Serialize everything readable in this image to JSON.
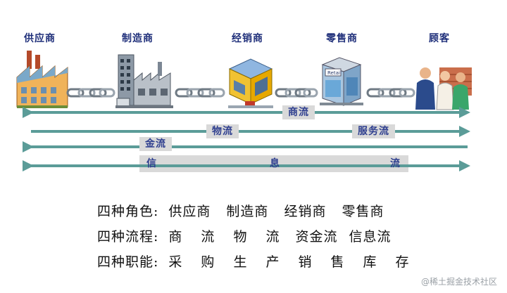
{
  "roles": [
    "供应商",
    "制造商",
    "经销商",
    "零售商",
    "顾客"
  ],
  "flows": {
    "commerce": "商流",
    "logistics": "物流",
    "service": "服务流",
    "capital": "金流",
    "information": [
      "信",
      "息",
      "流"
    ]
  },
  "retail_sign": "Retail",
  "summary": {
    "roles_heading": "四种角色:",
    "roles": [
      "供应商",
      "制造商",
      "经销商",
      "零售商"
    ],
    "flows_heading": "四种流程:",
    "flows": [
      "商",
      "流",
      "物",
      "流",
      "资金流",
      "信息流"
    ],
    "functions_heading": "四种职能:",
    "functions": [
      "采",
      "购",
      "生",
      "产",
      "销",
      "售",
      "库",
      "存"
    ]
  },
  "watermark": "@稀土掘金技术社区",
  "colors": {
    "arrow": "#5b9c98",
    "label_bg": "#d9d9d9",
    "label_text": "#2f3f8f",
    "role_text": "#1f2f7a"
  }
}
